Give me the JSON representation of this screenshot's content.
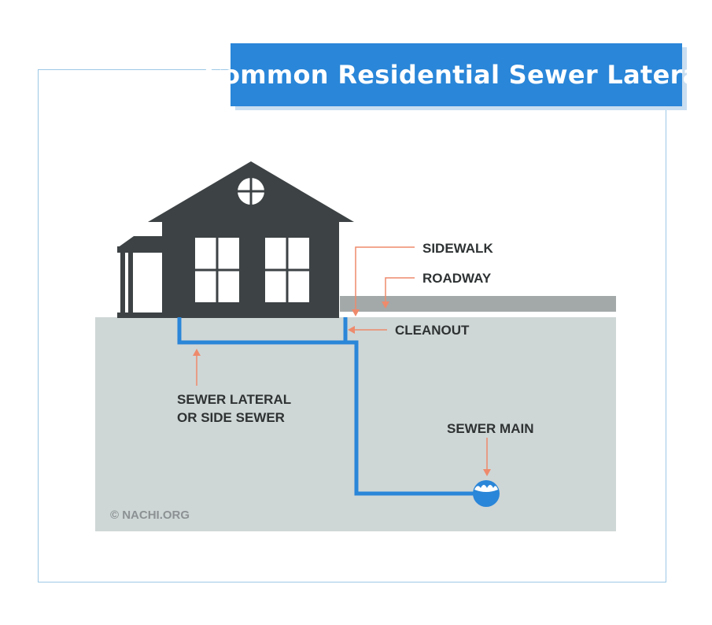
{
  "title": "Common Residential Sewer Lateral",
  "labels": {
    "sidewalk": "SIDEWALK",
    "roadway": "ROADWAY",
    "cleanout": "CLEANOUT",
    "sewer_lateral_line1": "SEWER LATERAL",
    "sewer_lateral_line2": "OR SIDE SEWER",
    "sewer_main": "SEWER MAIN"
  },
  "credit": "© NACHI.ORG",
  "colors": {
    "title_bg": "#2a86d8",
    "title_text": "#ffffff",
    "pipe": "#2a86d8",
    "house": "#3d4244",
    "ground": "#cfd6d6",
    "road": "#a3a9a9",
    "arrow": "#ee8a6c",
    "frame": "#9cc8e6"
  }
}
